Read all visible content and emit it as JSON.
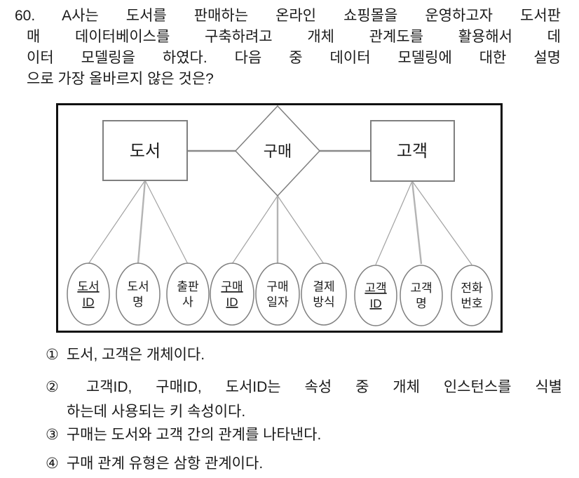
{
  "question": {
    "number": "60.",
    "lines": [
      "60. A사는 도서를 판매하는 온라인 쇼핑몰을 운영하고자 도서판",
      "매 데이터베이스를 구축하려고 개체 관계도를 활용해서 데",
      "이터 모델링을 하였다. 다음 중 데이터 모델링에 대한 설명",
      "으로 가장 올바르지 않은 것은?"
    ]
  },
  "diagram": {
    "type": "entity-relationship-diagram",
    "entities": [
      {
        "label": "도서"
      },
      {
        "label": "고객"
      }
    ],
    "relationship": {
      "label": "구매"
    },
    "attributes": [
      {
        "line1": "도서",
        "line2": "ID",
        "is_key": true,
        "parent": "도서"
      },
      {
        "line1": "도서",
        "line2": "명",
        "is_key": false,
        "parent": "도서"
      },
      {
        "line1": "출판",
        "line2": "사",
        "is_key": false,
        "parent": "도서"
      },
      {
        "line1": "구매",
        "line2": "ID",
        "is_key": true,
        "parent": "구매"
      },
      {
        "line1": "구매",
        "line2": "일자",
        "is_key": false,
        "parent": "구매"
      },
      {
        "line1": "결제",
        "line2": "방식",
        "is_key": false,
        "parent": "구매"
      },
      {
        "line1": "고객",
        "line2": "ID",
        "is_key": true,
        "parent": "고객"
      },
      {
        "line1": "고객",
        "line2": "명",
        "is_key": false,
        "parent": "고객"
      },
      {
        "line1": "전화",
        "line2": "번호",
        "is_key": false,
        "parent": "고객"
      }
    ],
    "colors": {
      "frame_border": "#101010",
      "shape_stroke": "#7f7f7f",
      "connector": "#8a8a8a",
      "text": "#1a1a1a"
    }
  },
  "options": [
    {
      "marker": "①",
      "lines": [
        "도서, 고객은 개체이다."
      ]
    },
    {
      "marker": "②",
      "lines": [
        "고객ID, 구매ID, 도서ID는 속성 중 개체 인스턴스를 식별",
        "하는데 사용되는 키 속성이다."
      ]
    },
    {
      "marker": "③",
      "lines": [
        "구매는 도서와 고객 간의 관계를 나타낸다."
      ]
    },
    {
      "marker": "④",
      "lines": [
        "구매 관계 유형은 삼항 관계이다."
      ]
    }
  ]
}
